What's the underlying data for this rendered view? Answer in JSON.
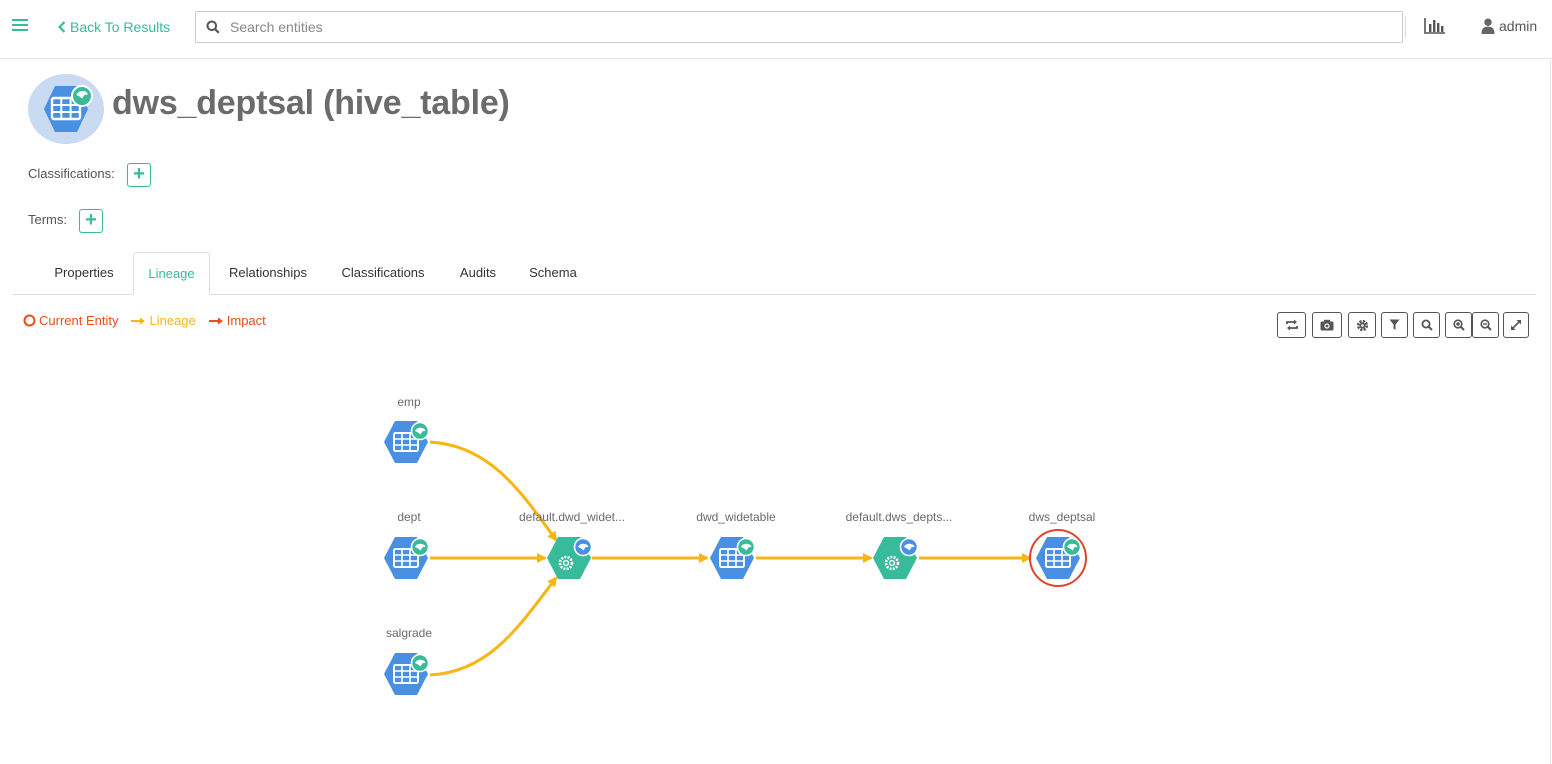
{
  "topbar": {
    "back_label": "Back To Results",
    "search_placeholder": "Search entities",
    "username": "admin"
  },
  "entity": {
    "title": "dws_deptsal (hive_table)",
    "classifications_label": "Classifications:",
    "terms_label": "Terms:",
    "add_symbol": "+"
  },
  "tabs": [
    {
      "label": "Properties",
      "active": false
    },
    {
      "label": "Lineage",
      "active": true
    },
    {
      "label": "Relationships",
      "active": false
    },
    {
      "label": "Classifications",
      "active": false
    },
    {
      "label": "Audits",
      "active": false
    },
    {
      "label": "Schema",
      "active": false
    }
  ],
  "legend": {
    "current": "Current Entity",
    "lineage": "Lineage",
    "impact": "Impact"
  },
  "graph_toolbar": [
    "refresh-icon",
    "camera-icon",
    "gear-icon",
    "filter-icon",
    "search-icon",
    "zoom-in-icon",
    "zoom-out-icon",
    "fullscreen-icon"
  ],
  "lineage": {
    "nodes": [
      {
        "label": "emp",
        "kind": "table"
      },
      {
        "label": "dept",
        "kind": "table"
      },
      {
        "label": "salgrade",
        "kind": "table"
      },
      {
        "label": "default.dwd_widet...",
        "kind": "process"
      },
      {
        "label": "dwd_widetable",
        "kind": "table"
      },
      {
        "label": "default.dws_depts...",
        "kind": "process"
      },
      {
        "label": "dws_deptsal",
        "kind": "table",
        "current": true
      }
    ]
  },
  "colors": {
    "accent": "#37bb9b",
    "table_node": "#4a90e2",
    "process_node": "#37bb9b",
    "lineage_edge": "#fab414",
    "impact": "#ec4c17",
    "current_ring": "#e0442a"
  }
}
